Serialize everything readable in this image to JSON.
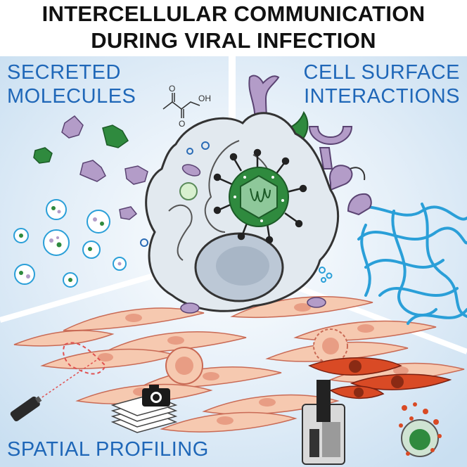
{
  "title": {
    "line1": "INTERCELLULAR COMMUNICATION",
    "line2": "DURING VIRAL INFECTION"
  },
  "panels": {
    "secreted": {
      "line1": "SECRETED",
      "line2": "MOLECULES"
    },
    "surface": {
      "line1": "CELL SURFACE",
      "line2": "INTERACTIONS"
    },
    "spatial": {
      "label": "SPATIAL PROFILING"
    }
  },
  "chem": {
    "atom_o1": "O",
    "atom_o2": "O",
    "atom_oh": "OH"
  },
  "colors": {
    "panel_bg": "#d7e8f5",
    "label_blue": "#1f67b8",
    "cell_body": "#e2e9ef",
    "nucleus": "#bcc8d6",
    "virus_green": "#2f8a3e",
    "receptor_purple": "#b39cc8",
    "fibroblast_orange": "#f6c9b0",
    "infected_red": "#d94a25",
    "ecm_blue": "#2a9fd8"
  }
}
